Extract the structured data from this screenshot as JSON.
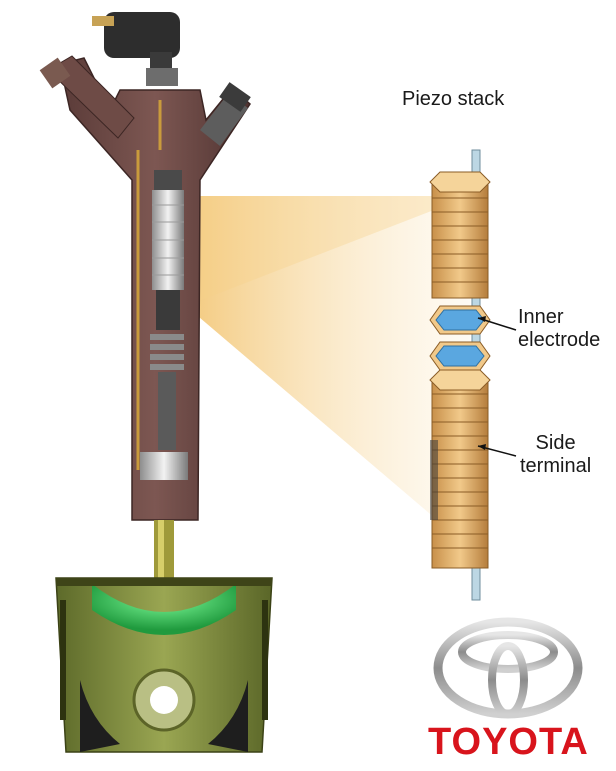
{
  "labels": {
    "piezo_stack": "Piezo stack",
    "inner_electrode_line1": "Inner",
    "inner_electrode_line2": "electrode",
    "side_terminal_line1": "Side",
    "side_terminal_line2": "terminal"
  },
  "logo": {
    "wordmark": "TOYOTA",
    "color": "#d8141c"
  },
  "colors": {
    "injector_body": "#6b4a46",
    "piston_body": "#7c8a3a",
    "combustion_glow": "#2fd35a",
    "beam": "#f6d18a",
    "stack_disc": "#e8b874",
    "electrode": "#5aa7e0"
  }
}
